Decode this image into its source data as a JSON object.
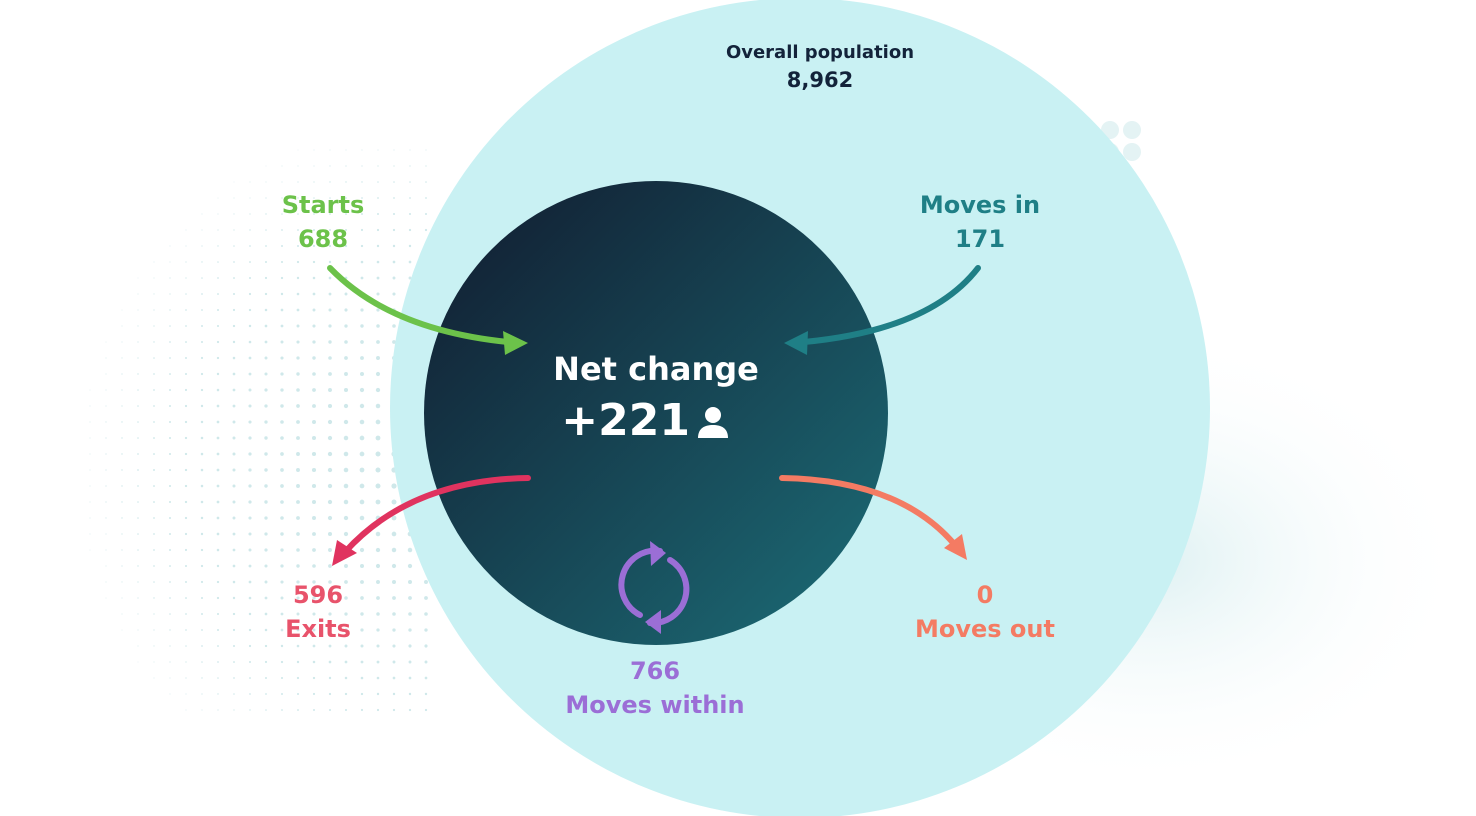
{
  "overall": {
    "title": "Overall population",
    "value": "8,962"
  },
  "net_change": {
    "title": "Net change",
    "value": "+221",
    "icon": "person-icon"
  },
  "flows": {
    "starts": {
      "label": "Starts",
      "value": "688",
      "color": "#6cc24a"
    },
    "moves_in": {
      "label": "Moves in",
      "value": "171",
      "color": "#1f7f86"
    },
    "exits": {
      "label": "Exits",
      "value": "596",
      "color": "#e8536b"
    },
    "moves_out": {
      "label": "Moves out",
      "value": "0",
      "color": "#f47b63"
    },
    "within": {
      "label": "Moves within",
      "value": "766",
      "color": "#9b6ed6",
      "icon": "cycle-icon"
    }
  },
  "colors": {
    "outer_circle": "#c9f1f3",
    "inner_gradient_start": "#111a2e",
    "inner_gradient_end": "#1c6e78",
    "dots": "#cfe8ea"
  }
}
